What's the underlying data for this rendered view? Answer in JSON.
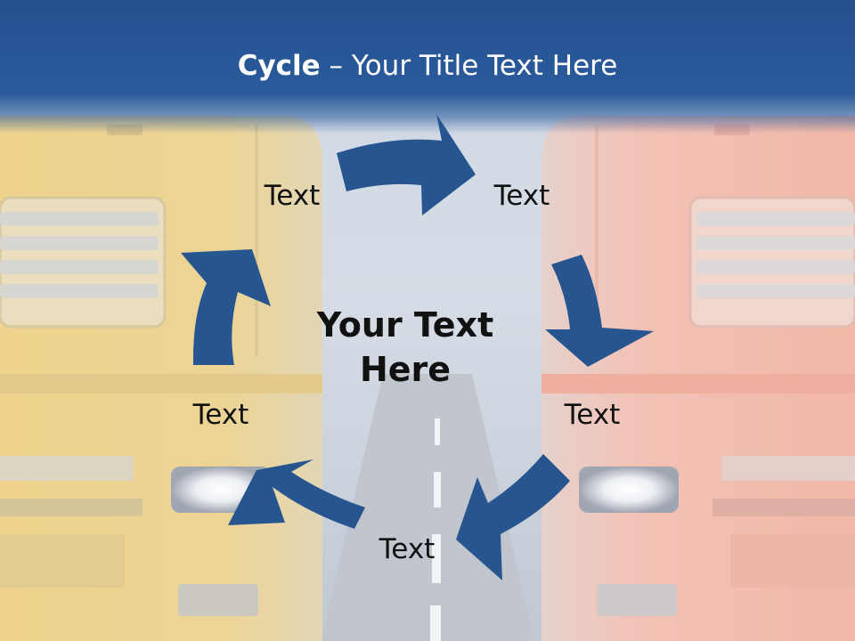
{
  "title": {
    "bold": "Cycle",
    "rest": " – Your Title Text Here"
  },
  "center": {
    "line1": "Your Text",
    "line2": "Here"
  },
  "labels": [
    "Text",
    "Text",
    "Text",
    "Text",
    "Text"
  ],
  "colors": {
    "arrow": "#27558f",
    "title_bar": "#2b5b9c",
    "title_text": "#ffffff",
    "text": "#111111"
  }
}
